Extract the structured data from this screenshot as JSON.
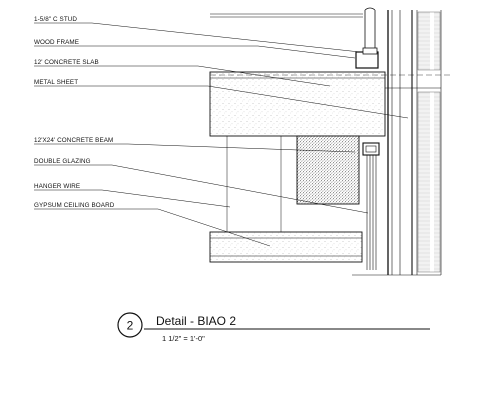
{
  "labels": [
    "1-5/8\" C STUD",
    "WOOD FRAME",
    "12' CONCRETE SLAB",
    "METAL SHEET",
    "12'X24' CONCRETE BEAM",
    "DOUBLE GLAZING",
    "HANGER WIRE",
    "GYPSUM CEILING BOARD"
  ],
  "title": {
    "number": "2",
    "name": "Detail - BIAO 2",
    "scale": "1 1/2\" = 1'-0\""
  },
  "colors": {
    "line": "#111111",
    "concrete_fill": "#ffffff",
    "speckle": "#555555"
  }
}
